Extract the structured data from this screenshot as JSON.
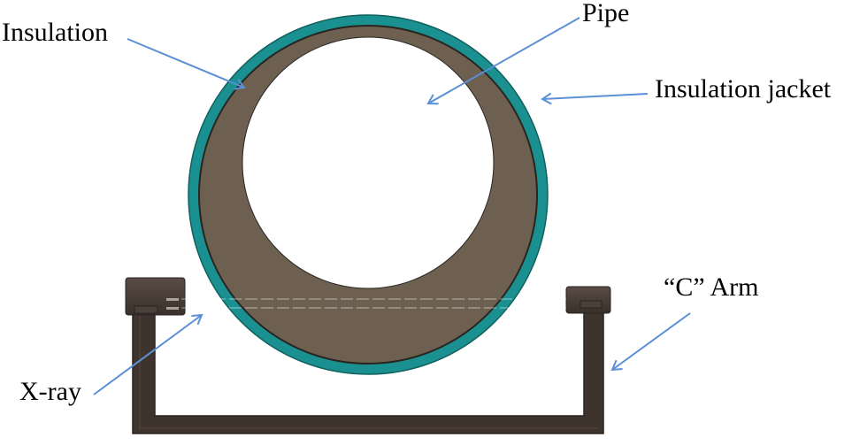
{
  "diagram": {
    "labels": {
      "insulation": "Insulation",
      "pipe": "Pipe",
      "insulation_jacket": "Insulation jacket",
      "c_arm": "“C” Arm",
      "xray": "X-ray"
    },
    "colors": {
      "jacket": "#1a9090",
      "insulation": "#6e6050",
      "outline": "#2a2420",
      "arm": "#3f332d",
      "arm_head": "#4a3e38",
      "arrow": "#5b8fd6",
      "pipe_interior": "#ffffff"
    },
    "components": [
      {
        "id": "insulation-jacket",
        "shape": "ring",
        "outer_radius": 203
      },
      {
        "id": "insulation",
        "shape": "ring",
        "outer_radius": 191
      },
      {
        "id": "pipe",
        "shape": "circle",
        "radius": 142
      },
      {
        "id": "c-arm",
        "shape": "U-bracket"
      },
      {
        "id": "xray-source",
        "shape": "box",
        "side": "left"
      },
      {
        "id": "detector",
        "shape": "box",
        "side": "right"
      }
    ]
  }
}
